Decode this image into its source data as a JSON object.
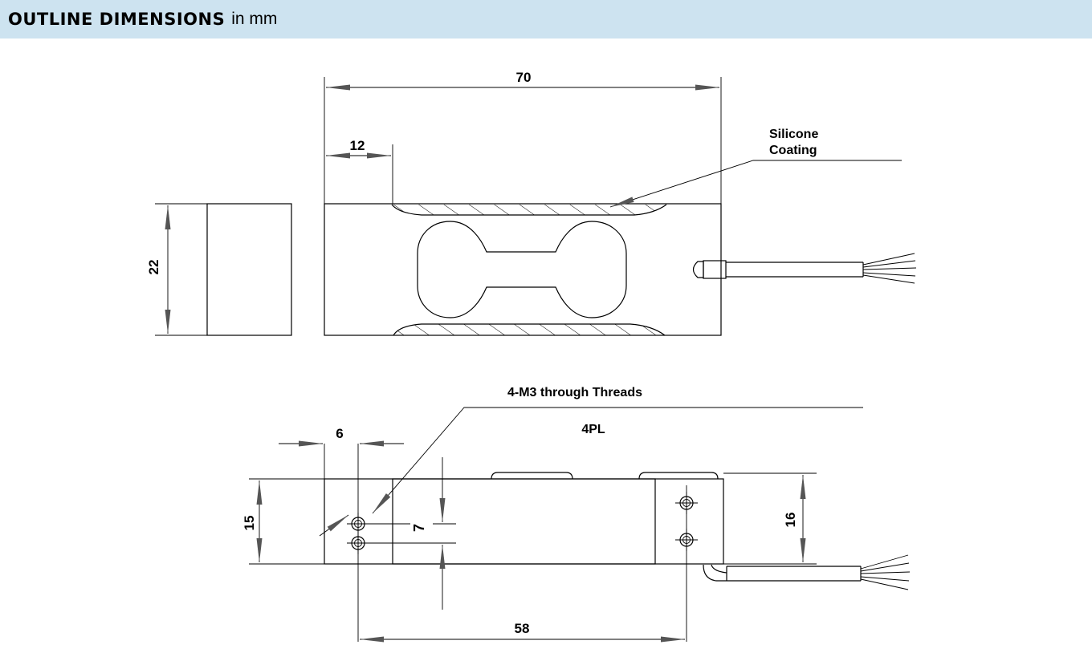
{
  "header": {
    "title_bold": "OUTLINE DIMENSIONS",
    "title_unit": "in mm",
    "background_color": "#cde3f0"
  },
  "side_view": {
    "dim_length": "70",
    "dim_offset": "12",
    "dim_height": "22",
    "coating_label_line1": "Silicone",
    "coating_label_line2": "Coating"
  },
  "top_view": {
    "thread_label": "4-M3 through Threads",
    "thread_count_label": "4PL",
    "dim_hole_edge": "6",
    "dim_width": "15",
    "dim_hole_pitch": "7",
    "dim_overall_width": "16",
    "dim_hole_spacing": "58"
  }
}
